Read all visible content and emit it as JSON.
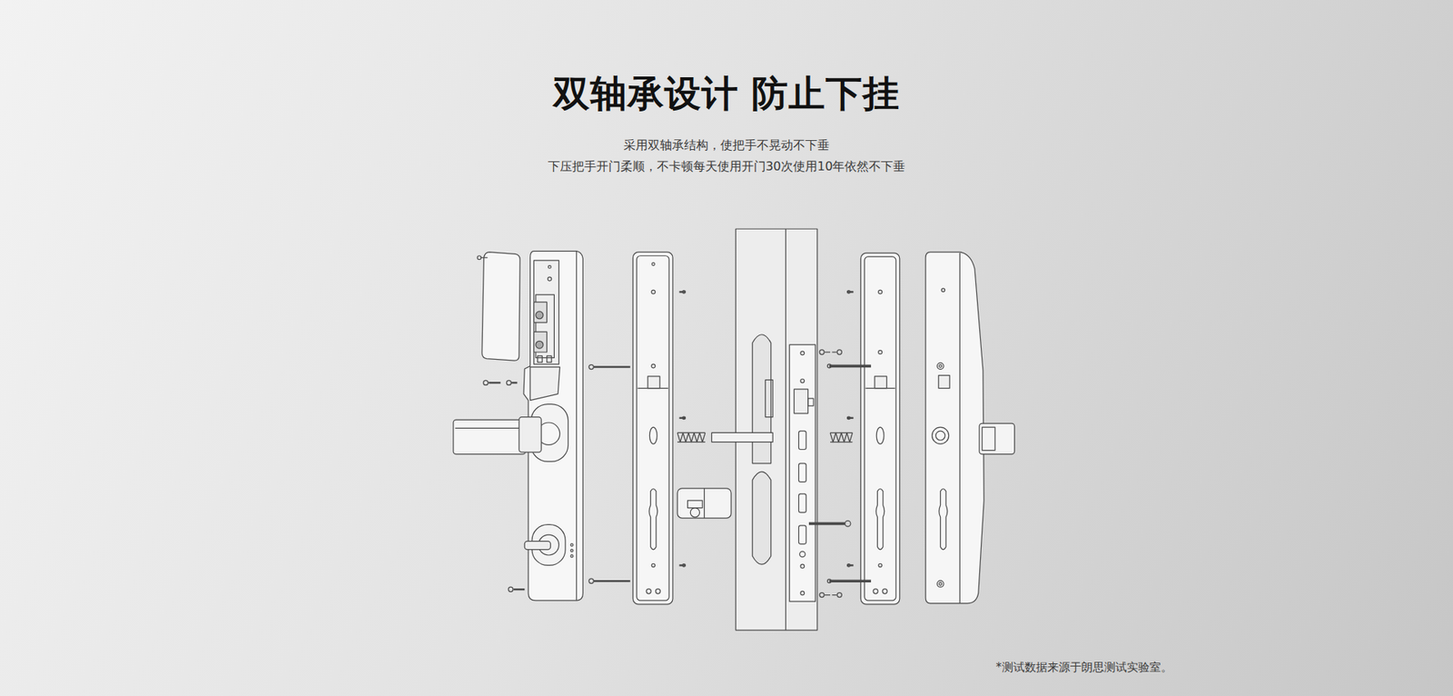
{
  "diagram": {
    "title": "双轴承设计 防止下挂",
    "labels": [
      "采用双轴承结构，使把手不晃动不下垂",
      "下压把手开门柔顺，不卡顿每天使用开门30次使用10年依然不下垂",
      "*测试数据来源于朗思测试实验室。"
    ]
  }
}
